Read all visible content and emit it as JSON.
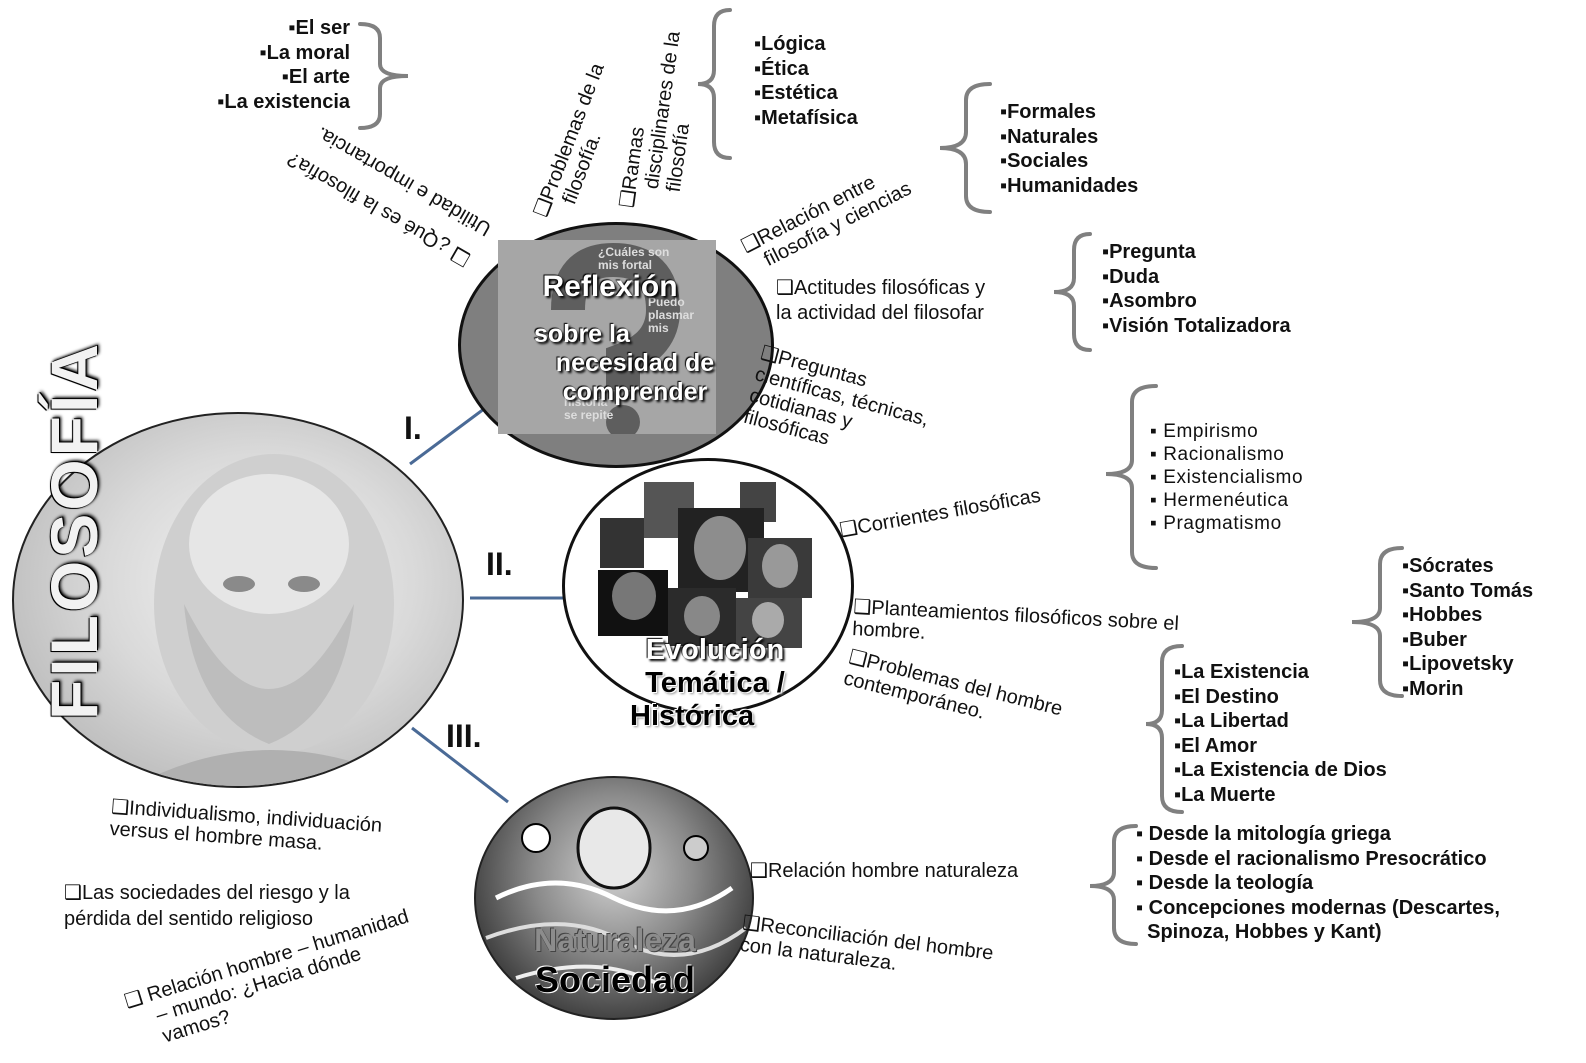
{
  "main_title": "FILOSOFÍA",
  "numerals": {
    "i": "I.",
    "ii": "II.",
    "iii": "III."
  },
  "reflexion": {
    "hub_title": "Reflexión",
    "hub_subtitle": [
      "sobre la",
      "necesidad de",
      "comprender"
    ],
    "bg_words": [
      "¿Cuáles son",
      "mis fortal",
      "Puedo",
      "plasmar",
      "mis",
      "historia",
      "se repite"
    ],
    "q_que_es": "¿Qué es la filosofía?",
    "utilidad": "Utilidad e importancia.",
    "problemas_filo": [
      "Problemas de la",
      "filosofía."
    ],
    "problemas_items": [
      "▪El ser",
      "▪La moral",
      "▪El arte",
      "▪La existencia"
    ],
    "ramas": [
      "Ramas",
      "disciplinares de la",
      "filosofía"
    ],
    "ramas_items": [
      "▪Lógica",
      "▪Ética",
      "▪Estética",
      "▪Metafísica"
    ],
    "relacion_ciencias": [
      "Relación entre",
      "filosofía y ciencias"
    ],
    "ciencias_items": [
      "▪Formales",
      "▪Naturales",
      "▪Sociales",
      "▪Humanidades"
    ],
    "actitudes": [
      "Actitudes filosóficas y",
      "la actividad del filosofar"
    ],
    "actitudes_items": [
      "▪Pregunta",
      "▪Duda",
      "▪Asombro",
      "▪Visión Totalizadora"
    ],
    "preguntas": [
      "Preguntas",
      "científicas, técnicas,",
      "cotidianas y",
      "filosóficas"
    ]
  },
  "evolucion": {
    "hub_lines": [
      "Evolución",
      "Temática /",
      "Histórica"
    ],
    "corrientes": "Corrientes filosóficas",
    "corrientes_items": [
      "▪ Empirismo",
      "▪ Racionalismo",
      "▪ Existencialismo",
      "▪ Hermenéutica",
      "▪ Pragmatismo"
    ],
    "planteamientos": [
      "Planteamientos filosóficos sobre el",
      "hombre."
    ],
    "planteamientos_items": [
      "▪Sócrates",
      "▪Santo Tomás",
      "▪Hobbes",
      "▪Buber",
      "▪Lipovetsky",
      "▪Morin"
    ],
    "problemas_hombre": [
      "Problemas del hombre",
      "contemporáneo."
    ],
    "problemas_hombre_items": [
      "▪La Existencia",
      "▪El Destino",
      "▪La Libertad",
      "▪El Amor",
      "▪La Existencia de Dios",
      "▪La Muerte"
    ]
  },
  "naturaleza": {
    "hub_lines": [
      "Naturaleza",
      "Sociedad"
    ],
    "individualismo": [
      "Individualismo, individuación",
      "versus el hombre masa."
    ],
    "sociedades": [
      "Las sociedades del riesgo y la",
      "pérdida del sentido religioso"
    ],
    "relacion_mundo": [
      "Relación hombre – humanidad",
      "– mundo: ¿Hacia dónde",
      "vamos?"
    ],
    "relacion_naturaleza": "Relación hombre naturaleza",
    "relacion_items": [
      "▪ Desde la mitología griega",
      "▪ Desde el racionalismo Presocrático",
      "▪ Desde la teología",
      "▪ Concepciones modernas (Descartes,",
      "  Spinoza, Hobbes y Kant)"
    ],
    "reconciliacion": [
      "Reconciliación del hombre",
      "con la naturaleza."
    ]
  },
  "colors": {
    "connector": "#4a6a96",
    "brace": "#808080",
    "hub_grey": "#7f7f7f"
  },
  "icons": {
    "bullet": "checkbox-bullet-icon"
  }
}
